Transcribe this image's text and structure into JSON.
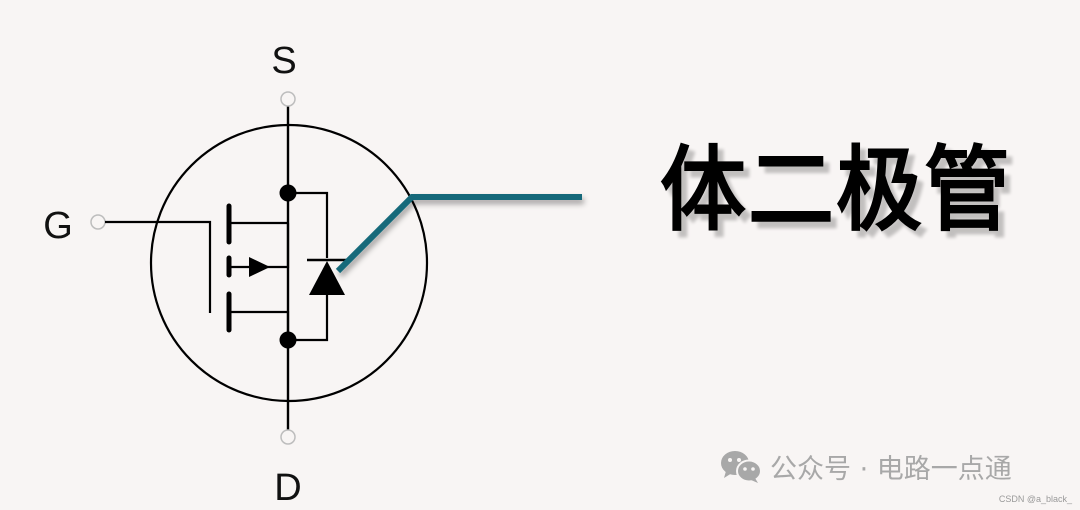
{
  "diagram": {
    "subject": "MOSFET symbol with body diode",
    "terminals": {
      "source": "S",
      "gate": "G",
      "drain": "D"
    },
    "callout_label": "体二极管",
    "colors": {
      "background": "#f8f5f4",
      "stroke": "#000000",
      "terminal_ring": "#bdbdbd",
      "callout_line": "#13697a",
      "watermark": "#a8a8a8"
    }
  },
  "watermark": {
    "icon": "wechat-icon",
    "text": "公众号 · 电路一点通"
  },
  "credit": "CSDN @a_black_"
}
